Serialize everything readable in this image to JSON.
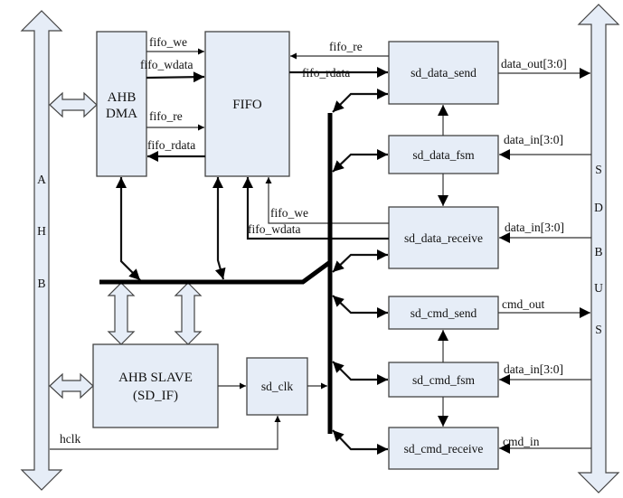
{
  "buses": {
    "ahb": {
      "label": "AHB",
      "letters": [
        "A",
        "H",
        "B"
      ]
    },
    "sdbus": {
      "label": "SDBUS",
      "letters": [
        "S",
        "D",
        "B",
        "U",
        "S"
      ]
    }
  },
  "blocks": {
    "ahb_dma": {
      "line1": "AHB",
      "line2": "DMA"
    },
    "fifo": {
      "label": "FIFO"
    },
    "sd_data_send": {
      "label": "sd_data_send"
    },
    "sd_data_fsm": {
      "label": "sd_data_fsm"
    },
    "sd_data_receive": {
      "label": "sd_data_receive"
    },
    "sd_cmd_send": {
      "label": "sd_cmd_send"
    },
    "sd_cmd_fsm": {
      "label": "sd_cmd_fsm"
    },
    "sd_cmd_receive": {
      "label": "sd_cmd_receive"
    },
    "ahb_slave": {
      "line1": "AHB SLAVE",
      "line2": "(SD_IF)"
    },
    "sd_clk": {
      "label": "sd_clk"
    }
  },
  "signals": {
    "dma_fifo_we": "fifo_we",
    "dma_fifo_wdata": "fifo_wdata",
    "dma_fifo_re": "fifo_re",
    "dma_fifo_rdata": "fifo_rdata",
    "send_fifo_re": "fifo_re",
    "send_fifo_rdata": "fifo_rdata",
    "recv_fifo_we": "fifo_we",
    "recv_fifo_wdata": "fifo_wdata",
    "data_out": "data_out[3:0]",
    "data_fsm_in": "data_in[3:0]",
    "data_recv_in": "data_in[3:0]",
    "cmd_out": "cmd_out",
    "cmd_fsm_in": "data_in[3:0]",
    "cmd_in": "cmd_in",
    "hclk": "hclk"
  },
  "colors": {
    "block_fill": "#e6edf7",
    "block_stroke": "#444444",
    "wire": "#000000"
  }
}
